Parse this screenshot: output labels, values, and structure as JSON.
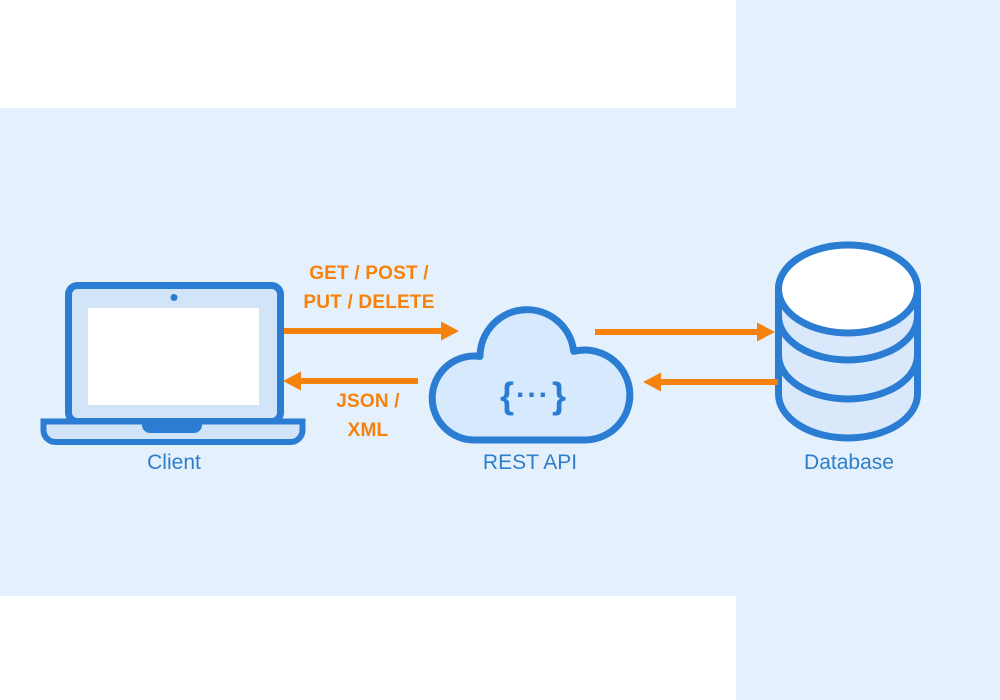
{
  "page": {
    "background_color": "#e4f0fc",
    "panel_color": "#ffffff"
  },
  "colors": {
    "outline_blue": "#2a7dd2",
    "shape_fill_blue": "#d6e8fb",
    "label_blue": "#2e7ec9",
    "arrow_orange": "#f6820d"
  },
  "diagram": {
    "nodes": {
      "client": {
        "label": "Client",
        "icon": "laptop-icon"
      },
      "rest_api": {
        "label": "REST API",
        "icon": "cloud-icon",
        "symbol_open": "{",
        "symbol_dots": "...",
        "symbol_close": "}"
      },
      "database": {
        "label": "Database",
        "icon": "database-icon"
      }
    },
    "flows": {
      "request": {
        "line1": "GET / POST /",
        "line2": "PUT / DELETE",
        "direction": "client-to-api"
      },
      "response": {
        "line1": "JSON /",
        "line2": "XML",
        "direction": "api-to-client"
      },
      "api_to_db": {
        "direction": "api-to-database"
      },
      "db_to_api": {
        "direction": "database-to-api"
      }
    }
  }
}
